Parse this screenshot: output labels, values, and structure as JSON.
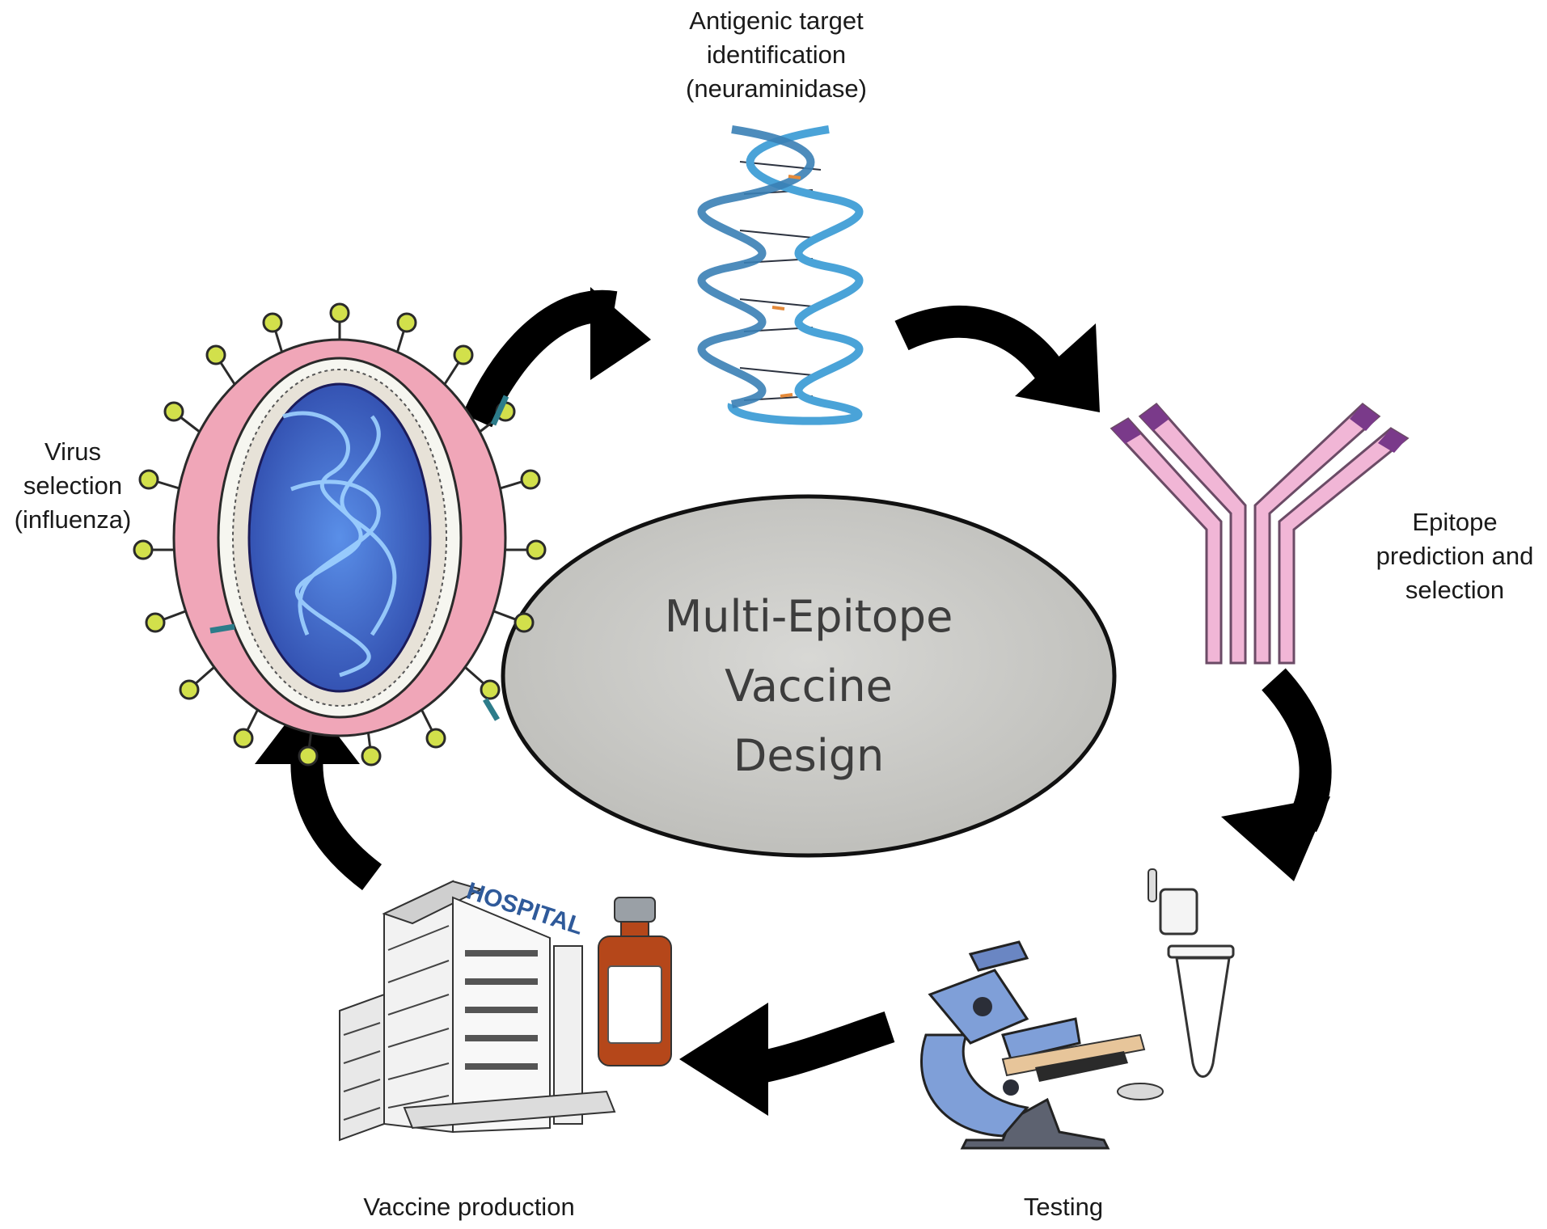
{
  "center": {
    "lines": [
      "Multi-Epitope",
      "Vaccine",
      "Design"
    ],
    "fill": "#cfcfcc"
  },
  "steps": [
    {
      "id": "virus",
      "lines": [
        "Virus",
        "selection",
        "(influenza)"
      ],
      "icon": "influenza-virus-icon"
    },
    {
      "id": "antigen",
      "lines": [
        "Antigenic target",
        "identification",
        "(neuraminidase)"
      ],
      "icon": "dna-helix-icon"
    },
    {
      "id": "epitope",
      "lines": [
        "Epitope",
        "prediction and",
        "selection"
      ],
      "icon": "antibody-icon"
    },
    {
      "id": "testing",
      "lines": [
        "Testing"
      ],
      "icon": "microscope-icon"
    },
    {
      "id": "production",
      "lines": [
        "Vaccine production"
      ],
      "icon": "hospital-icon"
    }
  ],
  "hospital_sign": "HOSPITAL",
  "colors": {
    "arrow": "#000000",
    "virus_envelope": "#f0a6b8",
    "virus_core": "#3d6fd1",
    "spike": "#d2e04b",
    "dna_strand": "#4aa3d8",
    "antibody": "#f1b6d6",
    "antibody_tip": "#7a3a8a",
    "microscope": "#7f9fd8",
    "vial": "#b5471a"
  }
}
